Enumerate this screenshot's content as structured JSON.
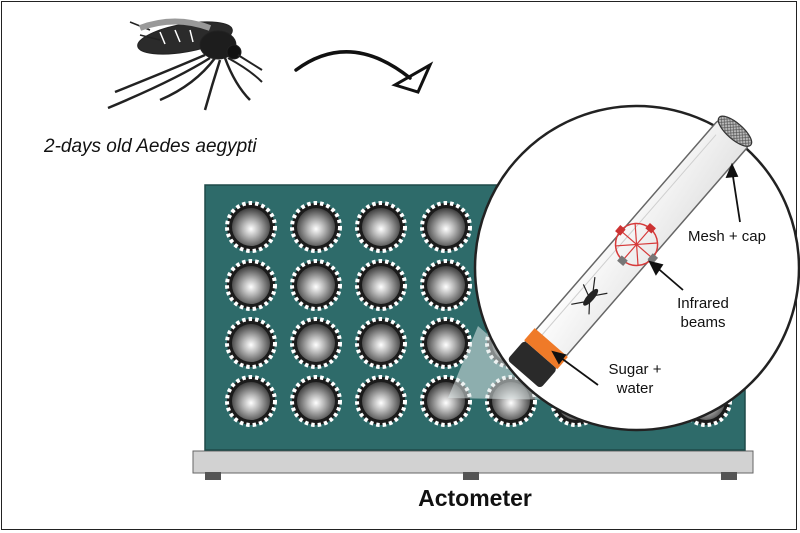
{
  "species_caption": "2-days old Aedes aegypti",
  "device_caption": "Actometer",
  "callouts": {
    "mesh_cap": "Mesh + cap",
    "infrared_line1": "Infrared",
    "infrared_line2": "beams",
    "sugar_line1": "Sugar +",
    "sugar_line2": "water"
  },
  "colors": {
    "panel": "#2e6b6a",
    "base": "#cfcfcf",
    "tube_cap": "#ef7a28",
    "beam": "#d63a3a"
  },
  "grid": {
    "rows": 4,
    "cols": 8
  }
}
